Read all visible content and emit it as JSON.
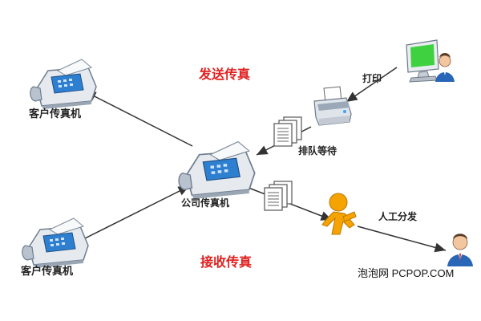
{
  "labels": {
    "send_fax": "发送传真",
    "receive_fax": "接收传真",
    "client_fax_top": "客户传真机",
    "client_fax_bottom": "客户传真机",
    "company_fax": "公司传真机",
    "print": "打印",
    "queue_wait": "排队等待",
    "manual_dispatch": "人工分发"
  },
  "watermark": "泡泡网 PCPOP.COM",
  "colors": {
    "title": "#e02020",
    "arrow": "#333333",
    "fax_body": "#cfd6df",
    "fax_panel": "#2f7fd0",
    "monitor_screen": "#3fd13f",
    "person_shirt": "#2a66b8",
    "aim_figure": "#f4a300"
  },
  "icons": {
    "fax": "fax-machine-icon",
    "printer": "printer-icon",
    "computer": "computer-user-icon",
    "documents": "documents-icon",
    "dispatch": "running-person-icon",
    "recipient": "person-icon"
  }
}
